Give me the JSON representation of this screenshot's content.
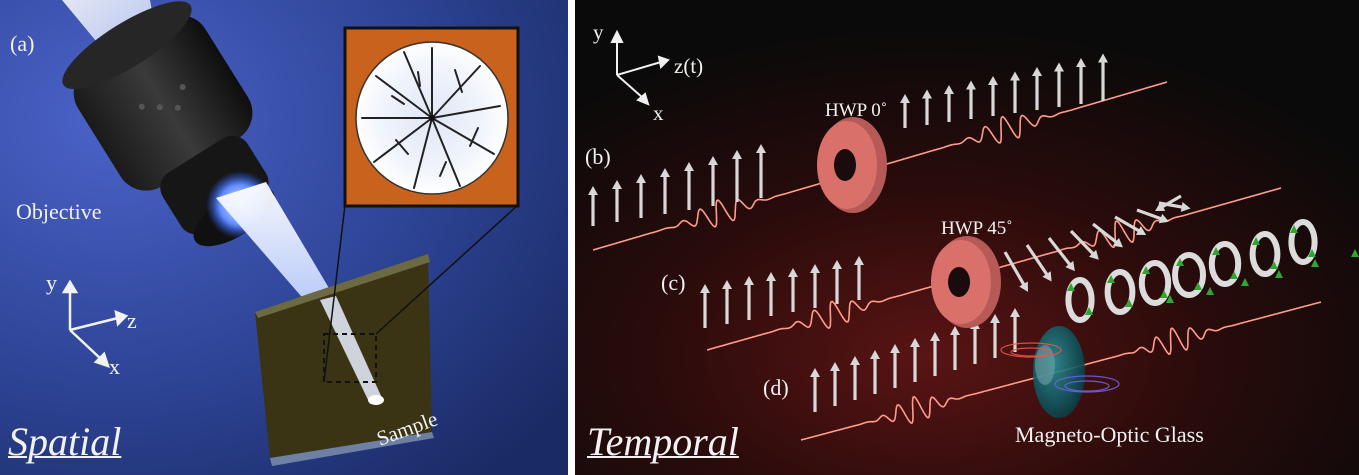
{
  "left_panel": {
    "panel_label": "(a)",
    "objective_label": "Objective",
    "sample_label": "Sample",
    "axis_y": "y",
    "axis_z": "z",
    "axis_x": "x",
    "caption": "Spatial",
    "colors": {
      "background": "#2b3f8c",
      "inset_frame": "#c8621d",
      "sample": "#3a3415",
      "beam": "#e8f0ff"
    }
  },
  "right_panel": {
    "axis_y": "y",
    "axis_z": "z(t)",
    "axis_x": "x",
    "row_b_label": "(b)",
    "row_c_label": "(c)",
    "row_d_label": "(d)",
    "hwp_0_label": "HWP 0˚",
    "hwp_45_label": "HWP 45˚",
    "glass_label": "Magneto-Optic Glass",
    "caption": "Temporal",
    "colors": {
      "background": "#0a0a0a",
      "pulse": "#ff9c8c",
      "hwp": "#d9706a",
      "arrow": "#d8d8d8",
      "field_arrow": "#2fa62f"
    }
  }
}
